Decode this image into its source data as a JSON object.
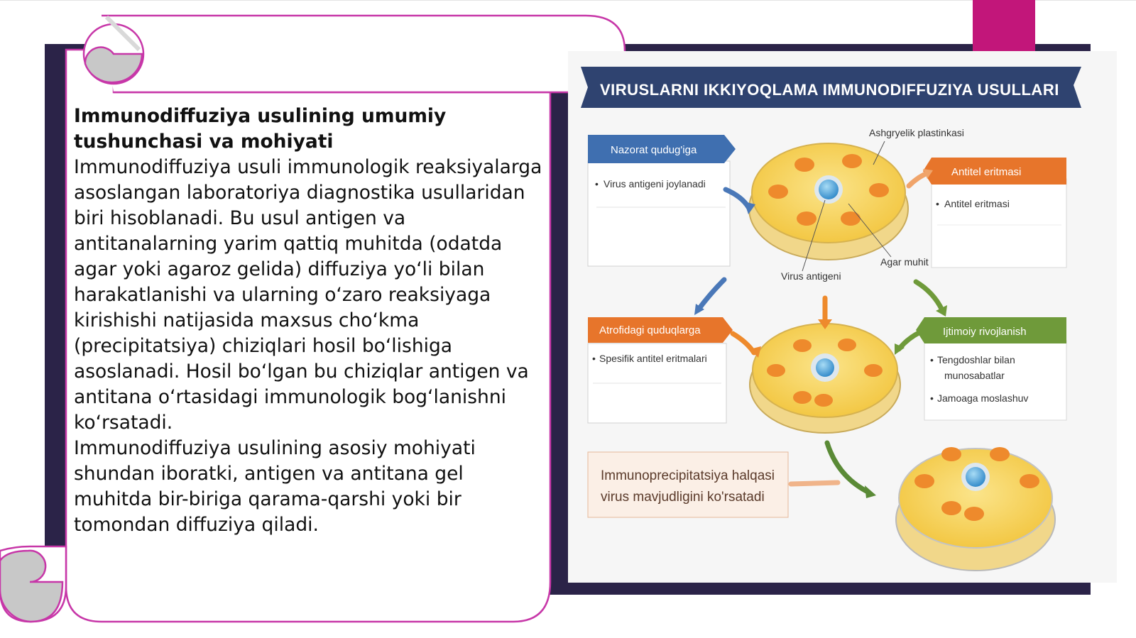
{
  "slide": {
    "heading": "Immunodiffuziya usulining umumiy tushunchasi va mohiyati",
    "paragraph1": "Immunodiffuziya usuli immunologik reaksiyalarga asoslangan laboratoriya diagnostika usullaridan biri hisoblanadi. Bu usul antigen va antitanalarning yarim qattiq muhitda (odatda agar yoki agaroz gelida) diffuziya yo‘li bilan harakatlanishi va ularning o‘zaro reaksiyaga kirishishi natijasida maxsus cho‘kma (precipitatsiya) chiziqlari hosil bo‘lishiga asoslanadi. Hosil bo‘lgan bu chiziqlar antigen va antitana o‘rtasidagi immunologik bog‘lanishni ko‘rsatadi.",
    "paragraph2": "Immunodiffuziya usulining asosiy mohiyati shundan iboratki, antigen va antitana gel muhitda bir-biriga qarama-qarshi yoki bir tomondan diffuziya qiladi."
  },
  "infographic": {
    "title": "VIRUSLARNI IKKIYOQLAMA IMMUNODIFFUZIYA USULLARI",
    "box1": {
      "label": "Nazorat qudug'iga",
      "item": "Virus antigeni joylanadi"
    },
    "box2": {
      "label": "Antitel eritmasi",
      "item": "Antitel eritmasi"
    },
    "box3": {
      "label": "Atrofidagi quduqlarga",
      "item": "Spesifik antitel eritmalari"
    },
    "box4": {
      "label": "Ijtimoiy rivojlanish",
      "item1a": "Tengdoshlar bilan",
      "item1b": "munosabatlar",
      "item2": "Jamoaga moslashuv"
    },
    "annotations": {
      "plate": "Ashgryelik plastinkasi",
      "agar": "Agar muhit",
      "antigen": "Virus antigeni"
    },
    "result": {
      "line1": "Immunoprecipitatsiya halqasi",
      "line2": "virus mavjudligini ko'rsatadi"
    },
    "colors": {
      "banner": "#2f4370",
      "blue_label": "#3f6fb0",
      "orange_label": "#e7752b",
      "green_label": "#6f9a3a",
      "accent": "#c2167a",
      "navy": "#2b2348"
    }
  }
}
